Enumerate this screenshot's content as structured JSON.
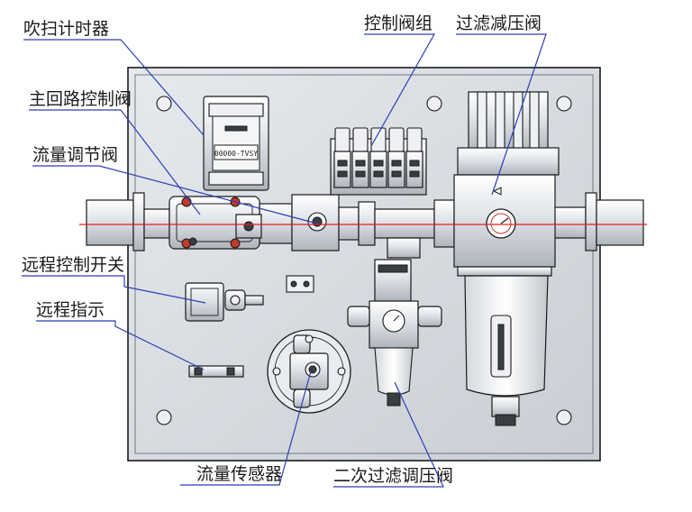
{
  "labels": {
    "blow_timer": "吹扫计时器",
    "control_valve_group": "控制阀组",
    "filter_reducer": "过滤减压阀",
    "main_loop_valve": "主回路控制阀",
    "flow_adjust_valve": "流量调节阀",
    "remote_switch": "远程控制开关",
    "remote_indicator": "远程指示",
    "flow_sensor": "流量传感器",
    "secondary_filter_regulator": "二次过滤调压阀"
  },
  "timer_display": "00000-TVSY",
  "colors": {
    "centerline": "#e02020",
    "leader": "#2d3fb5",
    "bolt": "#c0392b"
  }
}
